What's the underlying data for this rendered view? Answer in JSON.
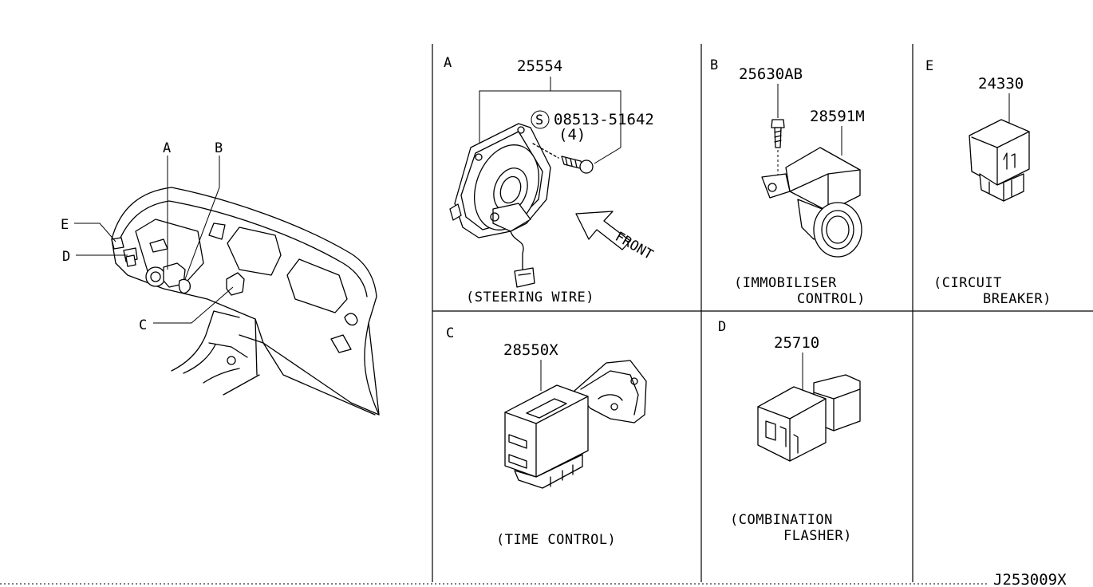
{
  "overview": {
    "callouts": {
      "a": "A",
      "b": "B",
      "c": "C",
      "d": "D",
      "e": "E"
    }
  },
  "panels": {
    "a": {
      "letter": "A",
      "part_number": "25554",
      "screw_number": "08513-51642",
      "screw_qty": "(4)",
      "screw_mark": "S",
      "direction_label": "FRONT",
      "caption": "(STEERING WIRE)"
    },
    "b": {
      "letter": "B",
      "bolt_number": "25630AB",
      "part_number": "28591M",
      "caption_line1": "(IMMOBILISER",
      "caption_line2": "CONTROL)"
    },
    "e": {
      "letter": "E",
      "part_number": "24330",
      "caption_line1": "(CIRCUIT",
      "caption_line2": "BREAKER)"
    },
    "c": {
      "letter": "C",
      "part_number": "28550X",
      "caption": "(TIME CONTROL)"
    },
    "d": {
      "letter": "D",
      "part_number": "25710",
      "caption_line1": "(COMBINATION",
      "caption_line2": "FLASHER)"
    }
  },
  "diagram_code": "J253009X"
}
